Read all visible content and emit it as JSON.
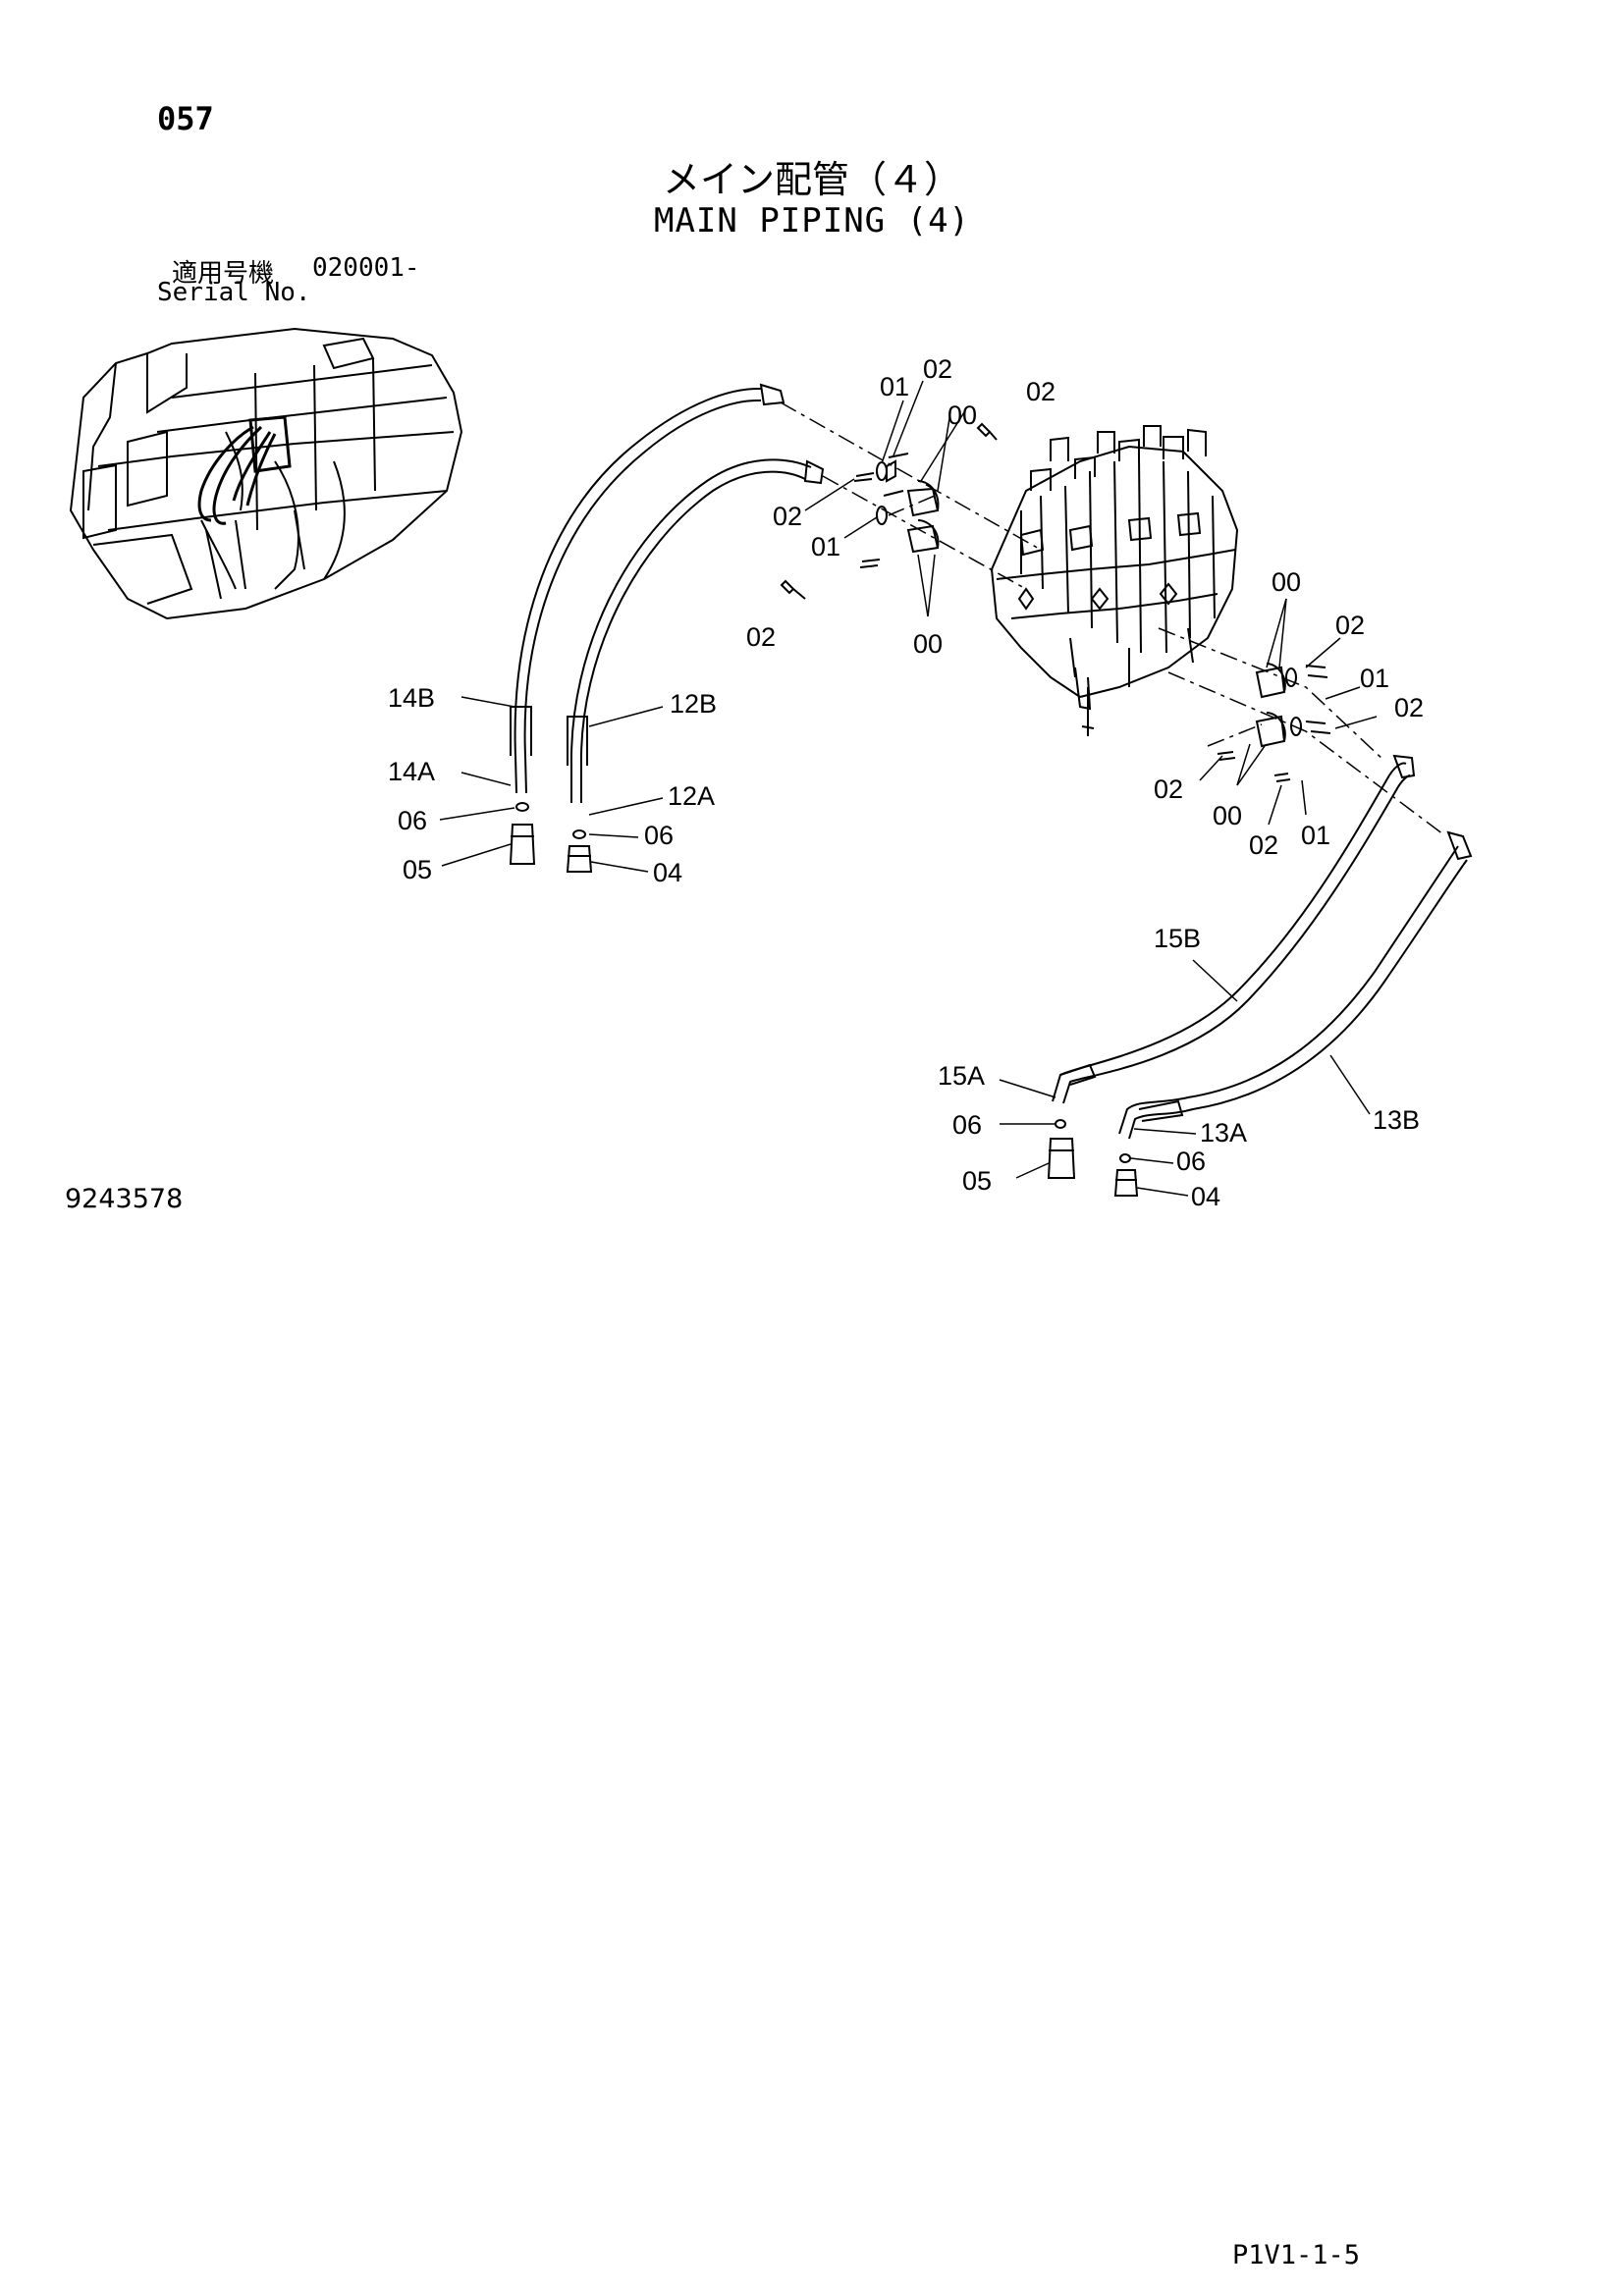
{
  "header": {
    "page_number": "057",
    "title_jp": "メイン配管（４）",
    "title_en": "MAIN PIPING (4)",
    "serial_label_jp": "適用号機",
    "serial_number": "020001-",
    "serial_label_en": "Serial No."
  },
  "callouts": {
    "c_14B": "14B",
    "c_14A": "14A",
    "c_06_l": "06",
    "c_05_l": "05",
    "c_12B": "12B",
    "c_12A": "12A",
    "c_06_l2": "06",
    "c_04_l": "04",
    "c_01_t": "01",
    "c_02_t": "02",
    "c_00_t": "00",
    "c_02_tr": "02",
    "c_02_m": "02",
    "c_01_m": "01",
    "c_02_b": "02",
    "c_00_b": "00",
    "c_00_r": "00",
    "c_02_r1": "02",
    "c_01_r1": "01",
    "c_02_r2": "02",
    "c_02_r3": "02",
    "c_00_r2": "00",
    "c_02_r4": "02",
    "c_01_r2": "01",
    "c_15B": "15B",
    "c_15A": "15A",
    "c_06_b": "06",
    "c_05_b": "05",
    "c_13A": "13A",
    "c_13B": "13B",
    "c_06_b2": "06",
    "c_04_b": "04"
  },
  "footer": {
    "figure_number": "9243578",
    "page_code": "P1V1-1-5"
  }
}
